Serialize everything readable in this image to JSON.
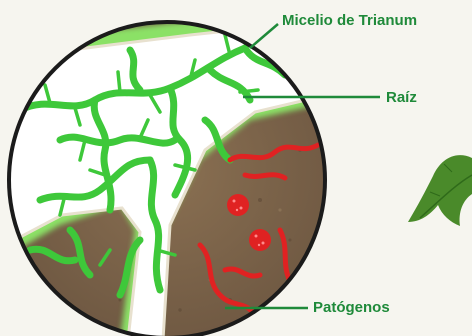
{
  "labels": {
    "mycelium": "Micelio de Trianum",
    "root": "Raíz",
    "pathogens": "Patógenos"
  },
  "colors": {
    "label_text": "#1f8a3a",
    "leader_line": "#1f8a3a",
    "soil": "#7a6247",
    "root": "#ffffff",
    "mycelium": "#3ec83a",
    "mycelium_glow": "#9ff07a",
    "pathogen": "#e02222",
    "circle_border": "#1b1b1b",
    "background": "#f6f5ef",
    "plant_leaf": "#4a8a2a"
  },
  "icons": {
    "plant": "plant-leaf-icon"
  }
}
